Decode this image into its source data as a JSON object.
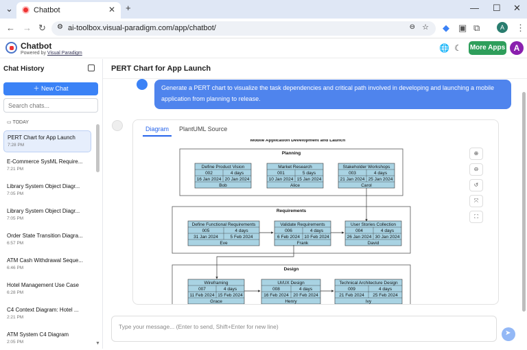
{
  "browser": {
    "tab_title": "Chatbot",
    "url": "ai-toolbox.visual-paradigm.com/app/chatbot/",
    "profile_initial": "A"
  },
  "app": {
    "title": "Chatbot",
    "powered_by": "Powered by",
    "powered_brand": "Visual Paradigm",
    "more_apps": "More Apps",
    "avatar_initial": "A"
  },
  "sidebar": {
    "title": "Chat History",
    "new_chat": "New Chat",
    "search_placeholder": "Search chats...",
    "section_label": "TODAY",
    "items": [
      {
        "label": "PERT Chart for App Launch",
        "time": "7:28 PM"
      },
      {
        "label": "E-Commerce SysML Require...",
        "time": "7:21 PM"
      },
      {
        "label": "Library System Object Diagr...",
        "time": "7:05 PM"
      },
      {
        "label": "Library System Object Diagr...",
        "time": "7:05 PM"
      },
      {
        "label": "Order State Transition Diagra...",
        "time": "6:57 PM"
      },
      {
        "label": "ATM Cash Withdrawal Seque...",
        "time": "6:46 PM"
      },
      {
        "label": "Hotel Management Use Case",
        "time": "6:28 PM"
      },
      {
        "label": "C4 Context Diagram: Hotel ...",
        "time": "2:21 PM"
      },
      {
        "label": "ATM System C4 Diagram",
        "time": "2:05 PM"
      }
    ]
  },
  "main": {
    "page_title": "PERT Chart for App Launch",
    "user_message": "Generate a PERT chart to visualize the task dependencies and critical path involved in developing and launching a mobile application from planning to release.",
    "tabs": [
      "Diagram",
      "PlantUML Source"
    ],
    "input_placeholder": "Type your message... (Enter to send, Shift+Enter for new line)"
  },
  "diagram": {
    "title": "Mobile Application Development and Launch",
    "groups": [
      {
        "name": "Planning",
        "tasks": [
          {
            "name": "Define Product Vision",
            "id": "002",
            "dur": "4 days",
            "start": "16 Jan 2024",
            "end": "20 Jan 2024",
            "owner": "Bob"
          },
          {
            "name": "Market Research",
            "id": "001",
            "dur": "5 days",
            "start": "10 Jan 2024",
            "end": "15 Jan 2024",
            "owner": "Alice"
          },
          {
            "name": "Stakeholder Workshops",
            "id": "003",
            "dur": "4 days",
            "start": "21 Jan 2024",
            "end": "25 Jan 2024",
            "owner": "Carol"
          }
        ]
      },
      {
        "name": "Requirements",
        "tasks": [
          {
            "name": "Define Functional Requirements",
            "id": "005",
            "dur": "4 days",
            "start": "31 Jan 2024",
            "end": "5 Feb 2024",
            "owner": "Eve"
          },
          {
            "name": "Validate Requirements",
            "id": "006",
            "dur": "4 days",
            "start": "6 Feb 2024",
            "end": "10 Feb 2024",
            "owner": "Frank"
          },
          {
            "name": "User Stories Collection",
            "id": "004",
            "dur": "4 days",
            "start": "26 Jan 2024",
            "end": "30 Jan 2024",
            "owner": "David"
          }
        ]
      },
      {
        "name": "Design",
        "tasks": [
          {
            "name": "Wireframing",
            "id": "007",
            "dur": "4 days",
            "start": "11 Feb 2024",
            "end": "15 Feb 2024",
            "owner": "Grace"
          },
          {
            "name": "UI/UX Design",
            "id": "008",
            "dur": "4 days",
            "start": "16 Feb 2024",
            "end": "20 Feb 2024",
            "owner": "Henry"
          },
          {
            "name": "Technical Architecture Design",
            "id": "009",
            "dur": "4 days",
            "start": "21 Feb 2024",
            "end": "25 Feb 2024",
            "owner": "Ivy"
          }
        ]
      }
    ]
  }
}
